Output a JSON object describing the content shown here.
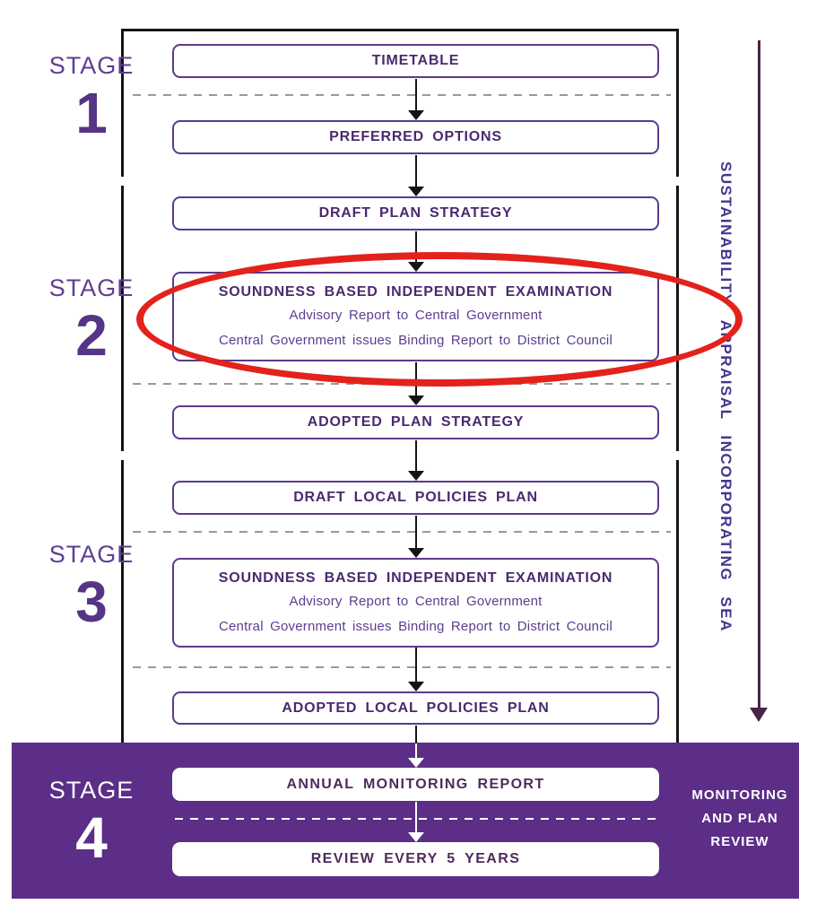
{
  "stages": [
    {
      "label": "STAGE",
      "number": "1"
    },
    {
      "label": "STAGE",
      "number": "2"
    },
    {
      "label": "STAGE",
      "number": "3"
    },
    {
      "label": "STAGE",
      "number": "4"
    }
  ],
  "boxes": {
    "timetable": "TIMETABLE",
    "preferred_options": "PREFERRED OPTIONS",
    "draft_plan_strategy": "DRAFT PLAN STRATEGY",
    "exam_stage2": {
      "title": "SOUNDNESS BASED INDEPENDENT EXAMINATION",
      "line1": "Advisory Report to Central Government",
      "line2": "Central Government issues Binding Report to District Council"
    },
    "adopted_plan_strategy": "ADOPTED PLAN STRATEGY",
    "draft_local_policies_plan": "DRAFT LOCAL POLICIES PLAN",
    "exam_stage3": {
      "title": "SOUNDNESS BASED INDEPENDENT EXAMINATION",
      "line1": "Advisory Report to Central Government",
      "line2": "Central Government issues Binding Report to District Council"
    },
    "adopted_local_policies_plan": "ADOPTED LOCAL POLICIES PLAN",
    "annual_monitoring_report": "ANNUAL MONITORING REPORT",
    "review_every_5_years": "REVIEW EVERY 5 YEARS"
  },
  "annotations": {
    "sustainability_appraisal": "SUSTAINABILITY APPRAISAL INCORPORATING SEA",
    "monitoring_and_plan_review": "MONITORING AND PLAN REVIEW"
  },
  "colors": {
    "stage4_band": "#5c2e87",
    "box_border": "#5b3a8c",
    "box_title_text": "#4a2a6e",
    "stage_label_text": "#5f3d94",
    "highlight_ellipse": "#e3221c",
    "sa_arrow": "#4a2446",
    "divider_gray": "#999999"
  }
}
